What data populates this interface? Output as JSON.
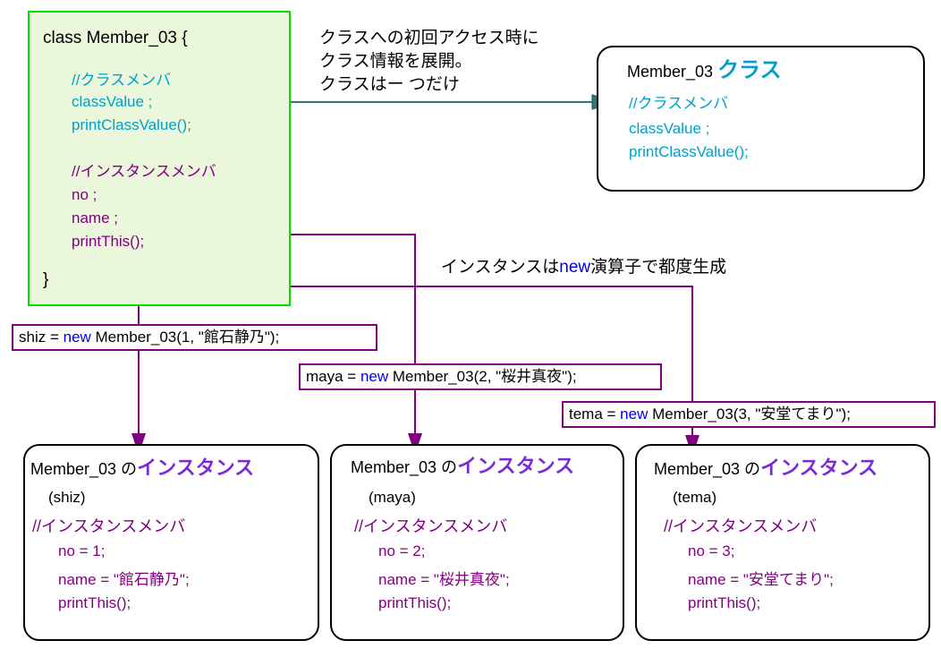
{
  "class_def": {
    "header": "class Member_03 {",
    "class_members_comment": "//クラスメンバ",
    "class_value": "classValue ;",
    "print_class_value": "printClassValue();",
    "instance_members_comment": "//インスタンスメンバ",
    "no": "no ;",
    "name": "name ;",
    "print_this": "printThis();",
    "close_brace": "}"
  },
  "class_note": {
    "line1": "クラスへの初回アクセス時に",
    "line2": "クラス情報を展開。",
    "line3": "クラスはー つだけ"
  },
  "class_box": {
    "title_name": "Member_03 ",
    "title_kind": "クラス",
    "members_comment": "//クラスメンバ",
    "class_value": "classValue ;",
    "print_class_value": "printClassValue();"
  },
  "new_note": {
    "prefix": "インスタンスは",
    "keyword": "new",
    "suffix": "演算子で都度生成"
  },
  "statements": [
    {
      "lhs": "shiz = ",
      "kw": "new",
      "rhs": " Member_03(1, \"館石静乃\");"
    },
    {
      "lhs": "maya = ",
      "kw": "new",
      "rhs": " Member_03(2, \"桜井真夜\");"
    },
    {
      "lhs": "tema = ",
      "kw": "new",
      "rhs": " Member_03(3, \"安堂てまり\");"
    }
  ],
  "instances": [
    {
      "class_name": "Member_03 の",
      "kind": "インスタンス",
      "var": "(shiz)",
      "comment": "//インスタンスメンバ",
      "no": "no = 1;",
      "name": "name = \"館石静乃\";",
      "print": "printThis();"
    },
    {
      "class_name": "Member_03 の",
      "kind": "インスタンス",
      "var": "(maya)",
      "comment": "//インスタンスメンバ",
      "no": "no = 2;",
      "name": "name = \"桜井真夜\";",
      "print": "printThis();"
    },
    {
      "class_name": "Member_03 の",
      "kind": "インスタンス",
      "var": "(tema)",
      "comment": "//インスタンスメンバ",
      "no": "no = 3;",
      "name": "name = \"安堂てまり\";",
      "print": "printThis();"
    }
  ],
  "colors": {
    "class_member": "#00a0c8",
    "instance_member": "#800080",
    "keyword": "#0000ee",
    "class_fill": "#ebf7da",
    "class_border": "#00e000",
    "arrow_class": "#2a7a7a"
  }
}
